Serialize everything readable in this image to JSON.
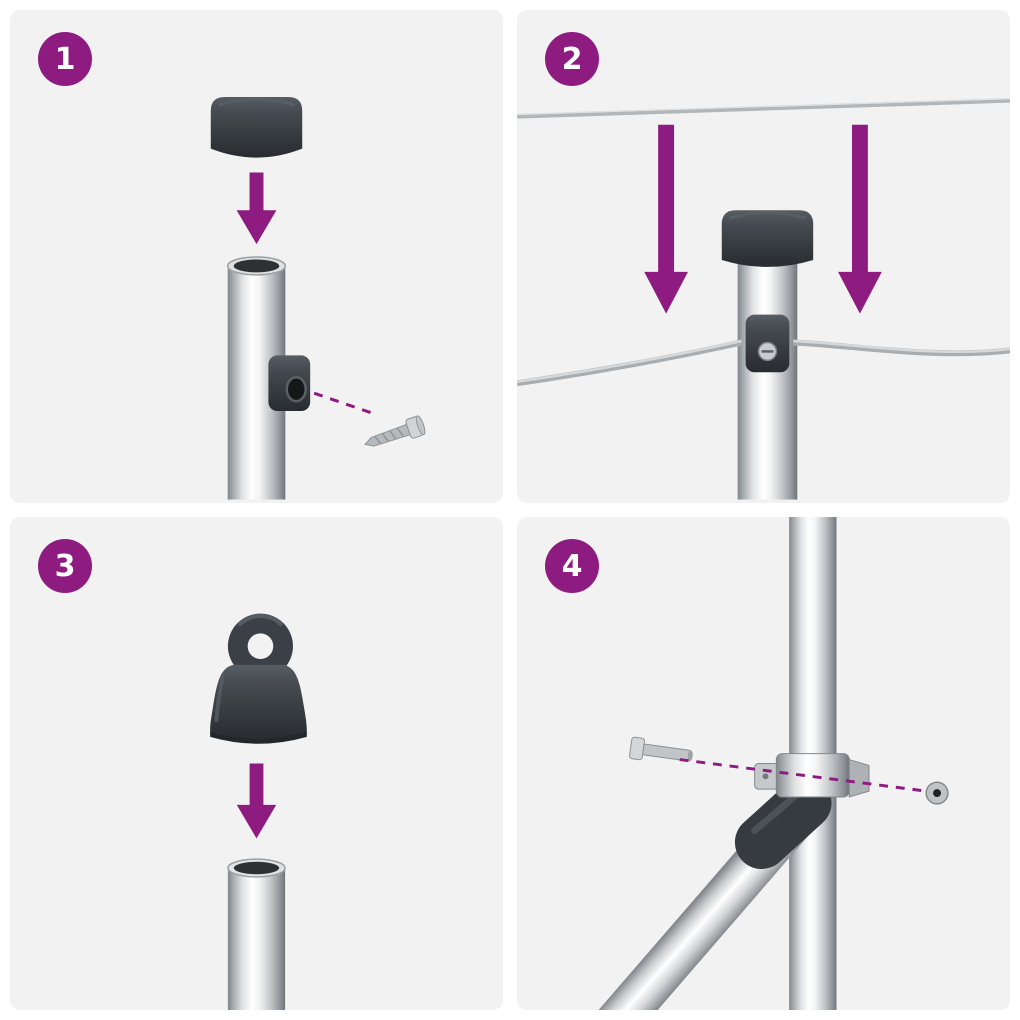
{
  "theme": {
    "accent_purple": "#8e1b80",
    "panel_background": "#f2f2f2",
    "page_background": "#ffffff",
    "badge_text_color": "#ffffff",
    "dark_plastic_color": "#3a4045",
    "metal_highlight": "#ffffff",
    "metal_shadow": "#7d8286",
    "wire_color": "#a9adb0"
  },
  "steps": [
    {
      "number": "1",
      "parts": [
        "post-cap",
        "down-arrow",
        "post-with-open-top",
        "wire-clamp",
        "screw",
        "dashed-guide-line"
      ]
    },
    {
      "number": "2",
      "parts": [
        "top-tension-wire",
        "down-arrow-left",
        "down-arrow-right",
        "capped-post",
        "wire-clamp-with-screw",
        "threaded-wire"
      ]
    },
    {
      "number": "3",
      "parts": [
        "eyelet-cap",
        "down-arrow",
        "post-with-open-top"
      ]
    },
    {
      "number": "4",
      "parts": [
        "vertical-post",
        "diagonal-brace",
        "brace-joint",
        "band-clamp",
        "bolt",
        "nut",
        "dashed-guide-line"
      ]
    }
  ]
}
